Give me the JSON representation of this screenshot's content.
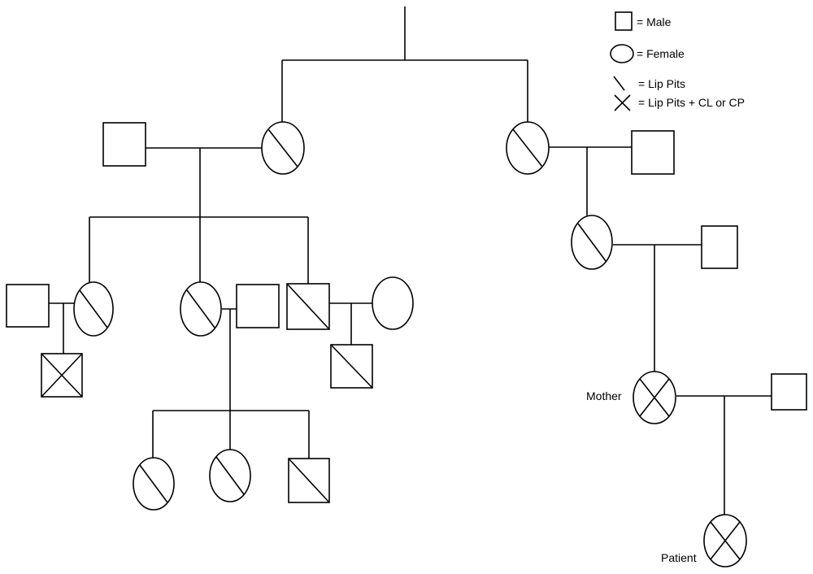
{
  "legend": {
    "male": "= Male",
    "female": "= Female",
    "lip_pits": "= Lip Pits",
    "lip_pits_cleft": "= Lip Pits + CL or CP"
  },
  "labels": {
    "mother": "Mother",
    "patient": "Patient"
  },
  "individuals": [
    {
      "id": "g2-m1",
      "sex": "male",
      "status": "unaffected"
    },
    {
      "id": "g2-f1",
      "sex": "female",
      "status": "lip-pits"
    },
    {
      "id": "g2-f2",
      "sex": "female",
      "status": "lip-pits"
    },
    {
      "id": "g2-m2",
      "sex": "male",
      "status": "unaffected"
    },
    {
      "id": "g3-m1",
      "sex": "male",
      "status": "unaffected"
    },
    {
      "id": "g3-f1",
      "sex": "female",
      "status": "lip-pits"
    },
    {
      "id": "g3-f2",
      "sex": "female",
      "status": "lip-pits"
    },
    {
      "id": "g3-m2",
      "sex": "male",
      "status": "unaffected"
    },
    {
      "id": "g3-m3",
      "sex": "male",
      "status": "lip-pits"
    },
    {
      "id": "g3-f3",
      "sex": "female",
      "status": "unaffected"
    },
    {
      "id": "g3-f4",
      "sex": "female",
      "status": "lip-pits"
    },
    {
      "id": "g3-m4",
      "sex": "male",
      "status": "unaffected"
    },
    {
      "id": "g4-m1",
      "sex": "male",
      "status": "lip-pits-cleft"
    },
    {
      "id": "g4-m2",
      "sex": "male",
      "status": "lip-pits"
    },
    {
      "id": "g4-mother",
      "sex": "female",
      "status": "lip-pits-cleft"
    },
    {
      "id": "g4-m3",
      "sex": "male",
      "status": "unaffected"
    },
    {
      "id": "g5-f1",
      "sex": "female",
      "status": "lip-pits"
    },
    {
      "id": "g5-f2",
      "sex": "female",
      "status": "lip-pits"
    },
    {
      "id": "g5-m1",
      "sex": "male",
      "status": "lip-pits"
    },
    {
      "id": "g5-patient",
      "sex": "female",
      "status": "lip-pits-cleft"
    }
  ]
}
